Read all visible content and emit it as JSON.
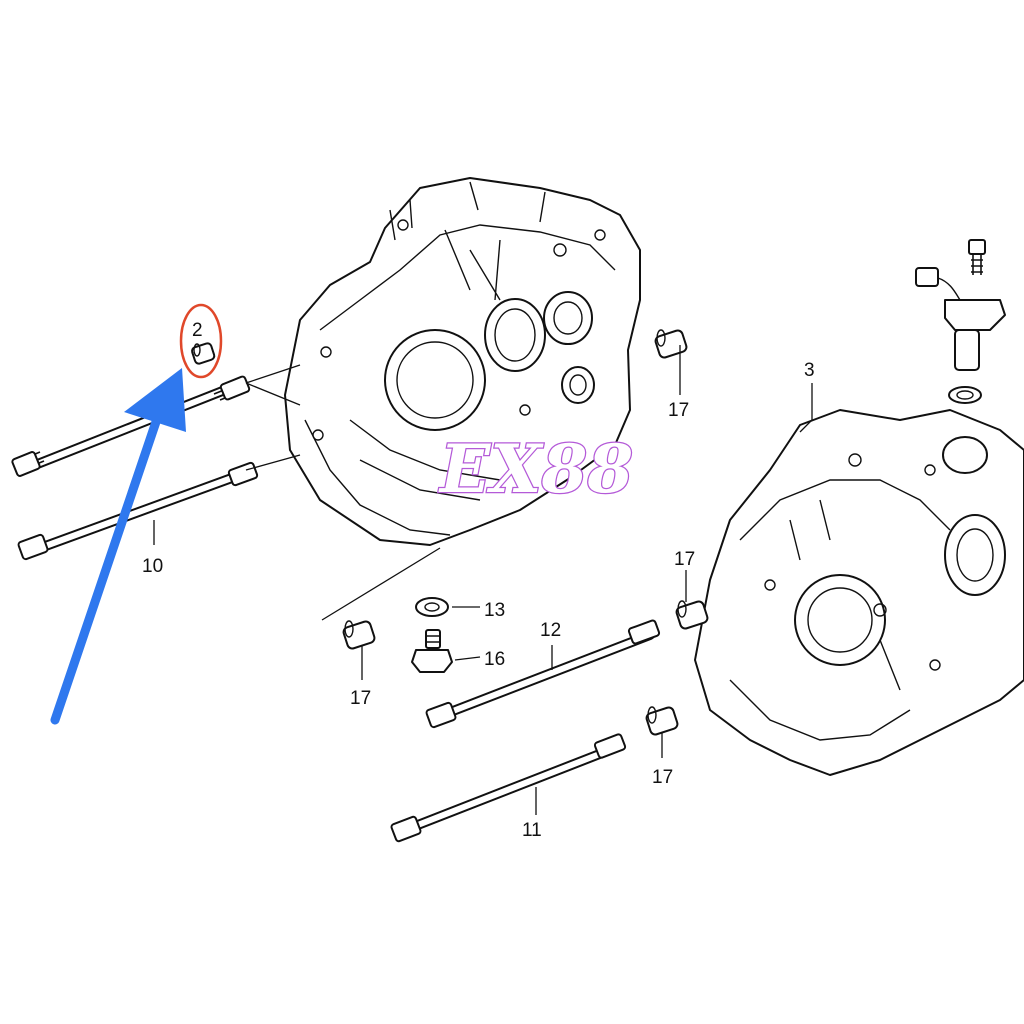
{
  "labels": {
    "part_2": "2",
    "part_3": "3",
    "part_10": "10",
    "part_11": "11",
    "part_12": "12",
    "part_13": "13",
    "part_16": "16",
    "part_17_a": "17",
    "part_17_b": "17",
    "part_17_c": "17",
    "part_17_d": "17"
  },
  "watermark": "EX88",
  "colors": {
    "highlight_circle": "#e0482a",
    "arrow": "#2f78ee",
    "watermark": "#b45ad8",
    "line": "#111111"
  }
}
